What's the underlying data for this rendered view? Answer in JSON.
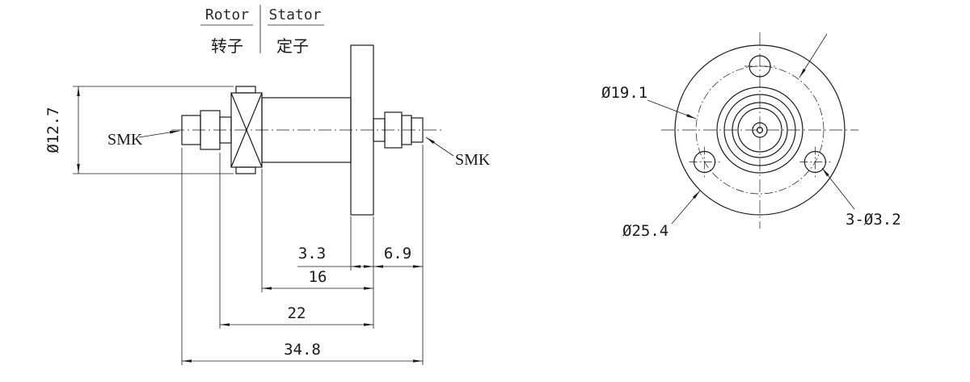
{
  "meta": {
    "background_color": "#ffffff",
    "line_color": "#1a1a1a",
    "drawing_type": "slip-ring coaxial rotary joint, side view and front flange view"
  },
  "header": {
    "rotor_label": "Rotor",
    "stator_label": "Stator",
    "rotor_label_cn": "转子",
    "stator_label_cn": "定子"
  },
  "side_view": {
    "connector_left_label": "SMK",
    "connector_right_label": "SMK",
    "dimensions": {
      "diameter": "Ø12.7",
      "flange_thickness": "3.3",
      "stator_length": "6.9",
      "body_to_flange": "16",
      "rotor_section": "22",
      "total_length": "34.8"
    }
  },
  "front_view": {
    "dimensions": {
      "bolt_circle": "Ø19.1",
      "flange_diameter": "Ø25.4",
      "mounting_holes": "3-Ø3.2"
    }
  }
}
